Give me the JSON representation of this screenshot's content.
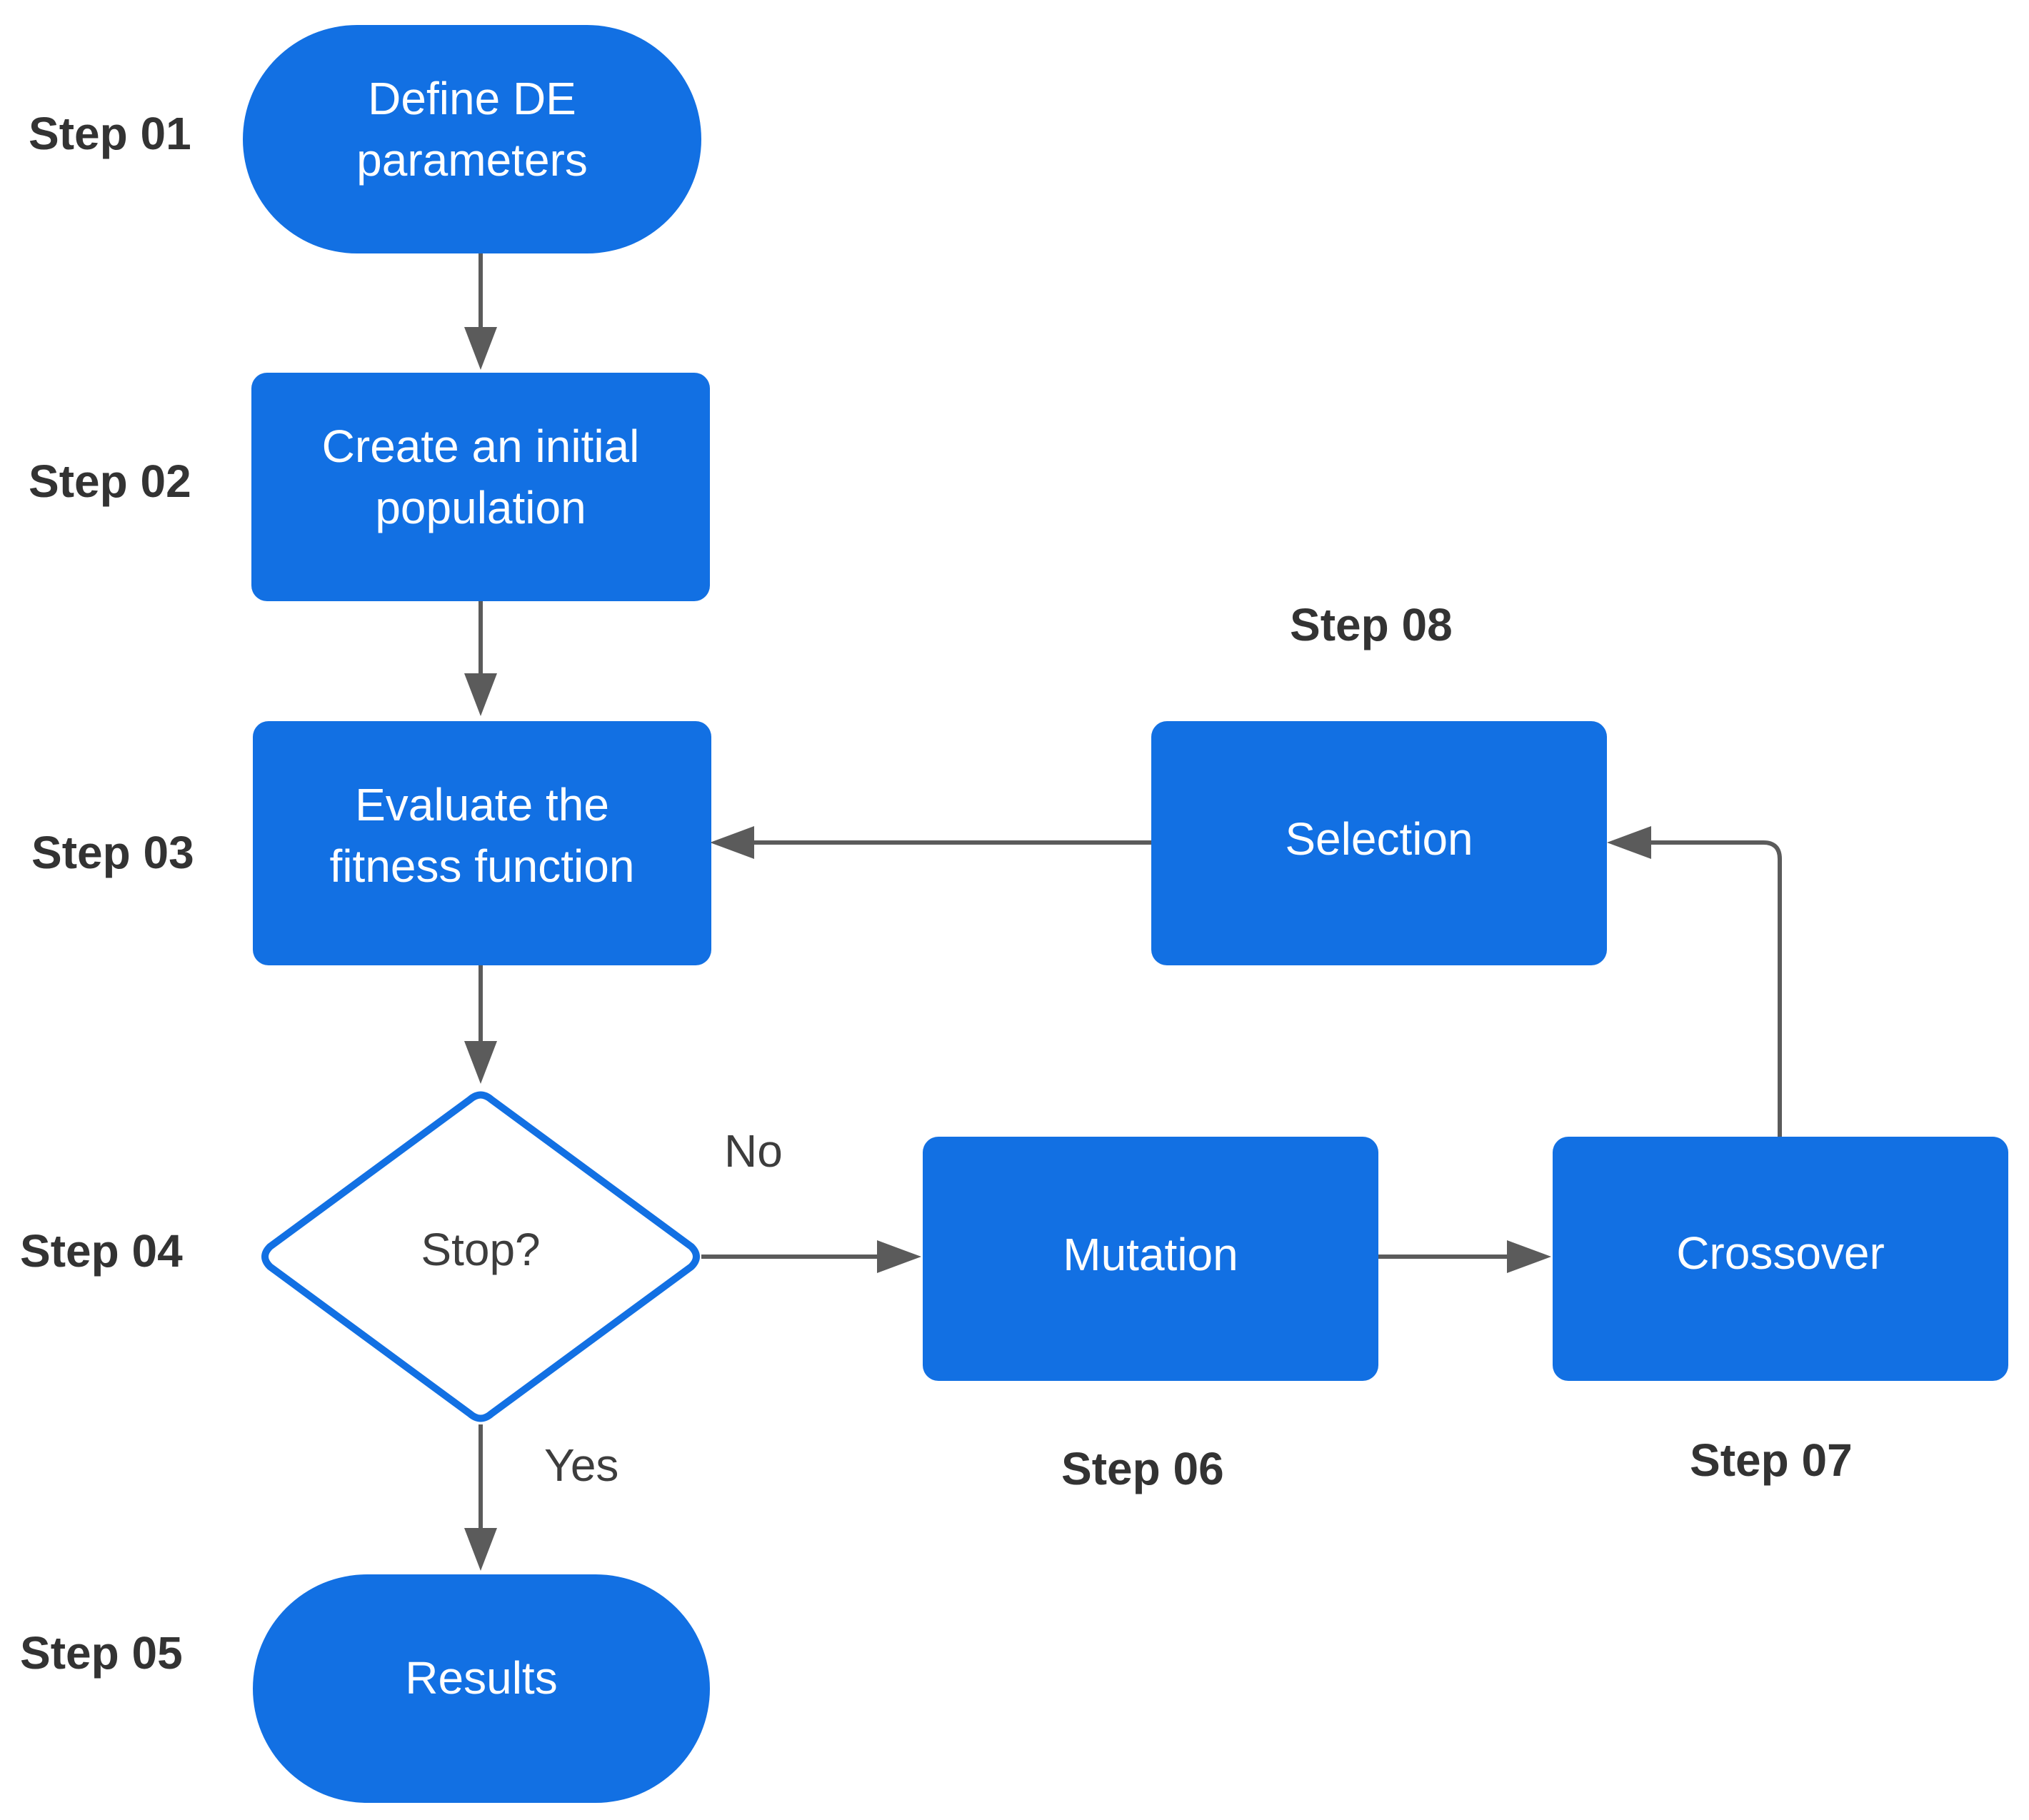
{
  "colors": {
    "node_fill": "#1270e3",
    "node_text": "#ffffff",
    "decision_stroke": "#1270e3",
    "edge": "#5b5b5b",
    "label": "#333333"
  },
  "nodes": {
    "define": {
      "line1": "Define DE",
      "line2": "parameters"
    },
    "create": {
      "line1": "Create an initial",
      "line2": "population"
    },
    "evaluate": {
      "line1": "Evaluate the",
      "line2": "fitness function"
    },
    "stop": {
      "label": "Stop?"
    },
    "results": {
      "label": "Results"
    },
    "mutation": {
      "label": "Mutation"
    },
    "crossover": {
      "label": "Crossover"
    },
    "selection": {
      "label": "Selection"
    }
  },
  "steps": {
    "s01": "Step 01",
    "s02": "Step 02",
    "s03": "Step 03",
    "s04": "Step 04",
    "s05": "Step 05",
    "s06": "Step 06",
    "s07": "Step 07",
    "s08": "Step 08"
  },
  "branches": {
    "no": "No",
    "yes": "Yes"
  }
}
